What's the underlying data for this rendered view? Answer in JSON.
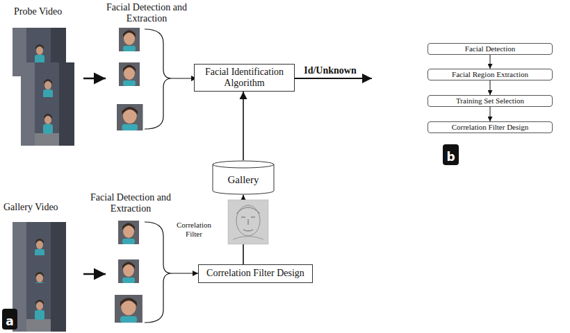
{
  "diagram": {
    "nodes": [
      {
        "text": [
          "Facial Identification Algorithm"
        ]
      },
      {
        "text": [
          "Gallery"
        ]
      },
      {
        "text": [
          "Correlation Filter Design"
        ]
      },
      {
        "text": [
          "Facial Detection"
        ]
      },
      {
        "text": [
          "Facial Region Extraction"
        ]
      },
      {
        "text": [
          "Training Set Selection"
        ]
      },
      {
        "text": [
          "Correlation Filter Design"
        ]
      }
    ],
    "edges": [
      {
        "from": 1,
        "to": 0,
        "arrow": "to"
      },
      {
        "from": 2,
        "to": 1,
        "arrow": "to"
      },
      {
        "from": 3,
        "to": 4,
        "arrow": "to"
      },
      {
        "from": 4,
        "to": 5,
        "arrow": "to"
      },
      {
        "from": 5,
        "to": 6,
        "arrow": "to"
      }
    ],
    "labels": [
      "Probe Video",
      "Facial Detection and Extraction",
      "Id/Unknown",
      "Gallery Video",
      "Facial Detection and Extraction",
      "Correlation Filter",
      "a",
      "b"
    ]
  }
}
